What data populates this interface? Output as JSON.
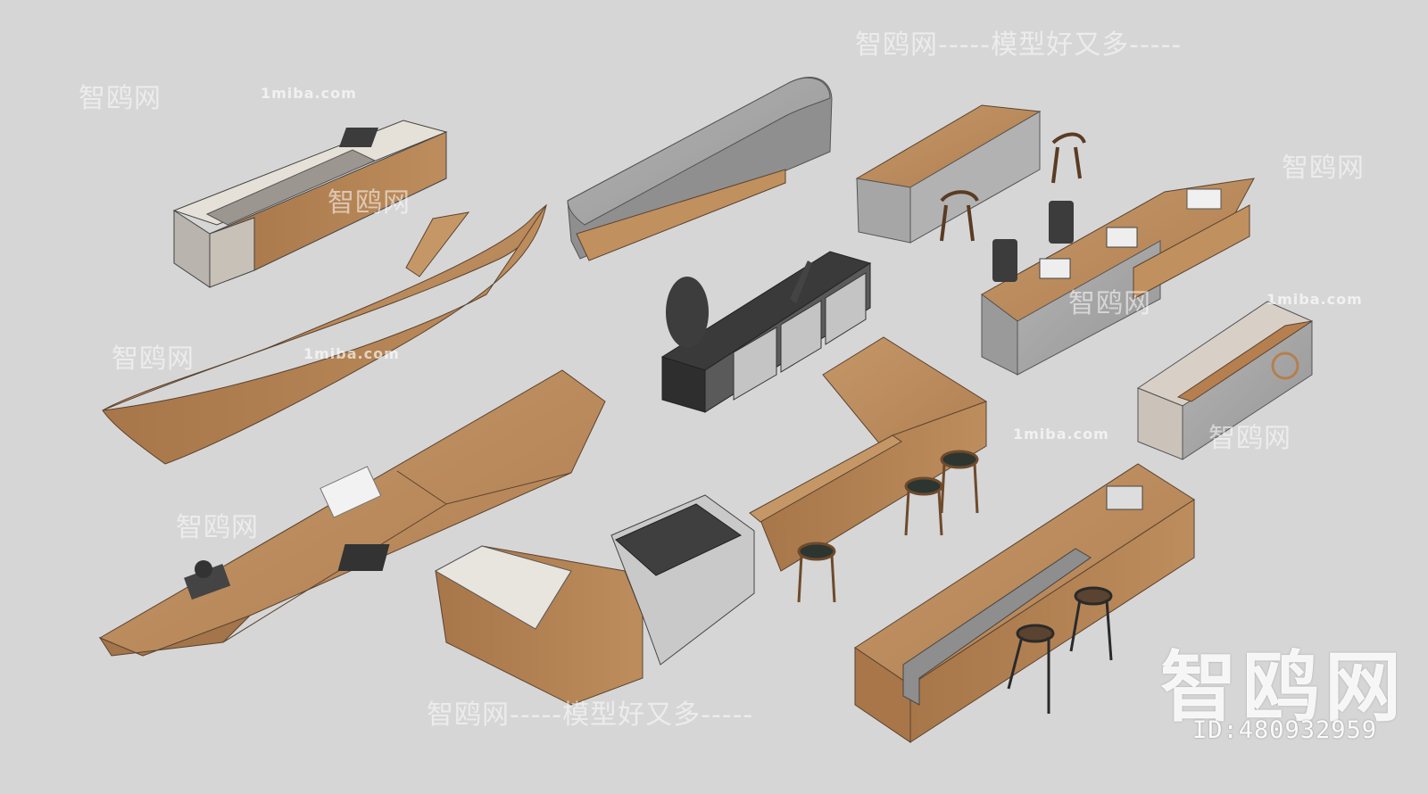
{
  "watermarks": {
    "site": "1miba.com",
    "brand": "智鸥网",
    "slogan_top": "智鸥网-----模型好又多-----",
    "slogan_bottom": "智鸥网-----模型好又多-----",
    "dashes": "------",
    "brand_large": "智鸥网",
    "id_label": "ID:480932959"
  },
  "colors": {
    "background": "#d6d6d6",
    "wood": "#b8875a",
    "wood_dark": "#9c6f46",
    "concrete": "#a9a9a9",
    "dark_grey": "#4a4a4a"
  }
}
